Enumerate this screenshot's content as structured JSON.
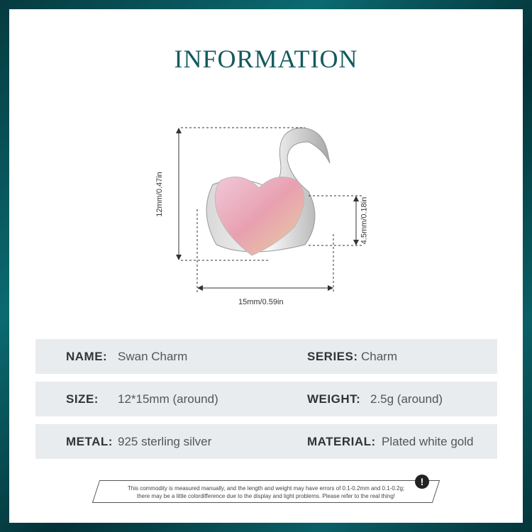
{
  "title": "INFORMATION",
  "dimensions": {
    "height": "12mm/0.47in",
    "width": "15mm/0.59in",
    "depth": "4.5mm/0.18in"
  },
  "specs": [
    {
      "left_label": "NAME:",
      "left_value": "Swan Charm",
      "right_label": "SERIES:",
      "right_value": "Charm"
    },
    {
      "left_label": "SIZE:",
      "left_value": "12*15mm (around)",
      "right_label": "WEIGHT:",
      "right_value": "2.5g (around)"
    },
    {
      "left_label": "METAL:",
      "left_value": "925 sterling silver",
      "right_label": "MATERIAL:",
      "right_value": "Plated white gold"
    }
  ],
  "disclaimer": {
    "line1": "This commodity is measured manually, and the length and weight may have errors of 0.1-0.2mm and 0.1-0.2g;",
    "line2": "there may be a little colordifference due to the display and light problems. Please refer to the real thing!",
    "icon": "exclamation-icon"
  }
}
